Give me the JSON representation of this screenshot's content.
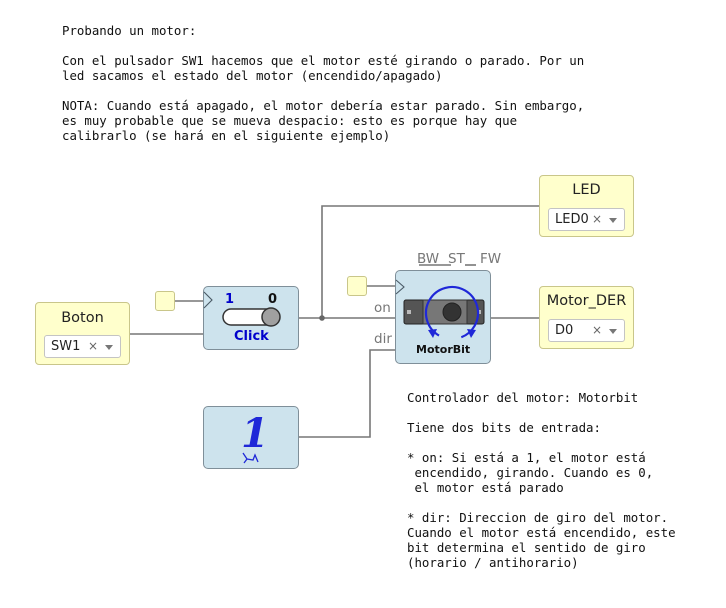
{
  "notes": {
    "intro": "Probando un motor:\n\nCon el pulsador SW1 hacemos que el motor esté girando o parado. Por un\nled sacamos el estado del motor (encendido/apagado)\n\nNOTA: Cuando está apagado, el motor debería estar parado. Sin embargo,\nes muy probable que se mueva despacio: esto es porque hay que\ncalibrarlo (se hará en el siguiente ejemplo)",
    "motor_desc": "Controlador del motor: Motorbit\n\nTiene dos bits de entrada:\n\n* on: Si está a 1, el motor está\n encendido, girando. Cuando es 0,\n el motor está parado\n\n* dir: Direccion de giro del motor.\nCuando el motor está encendido, este\nbit determina el sentido de giro\n(horario / antihorario)"
  },
  "input_boton": {
    "title": "Boton",
    "value": "SW1",
    "clear": "×"
  },
  "output_led": {
    "title": "LED",
    "value": "LED0",
    "clear": "×"
  },
  "output_motor": {
    "title": "Motor_DER",
    "value": "D0",
    "clear": "×"
  },
  "switch_block": {
    "label_one": "1",
    "label_zero": "0",
    "label_click": "Click"
  },
  "constant_block": {
    "value": "1"
  },
  "motorbit": {
    "name": "MotorBit",
    "port_bw": "BW",
    "port_st": "ST",
    "port_fw": "FW",
    "port_on": "on",
    "port_dir": "dir"
  },
  "colors": {
    "io_fill": "#ffffcc",
    "block_fill": "#cde3ed",
    "accent_blue": "#0000cc",
    "wire": "#777777"
  }
}
